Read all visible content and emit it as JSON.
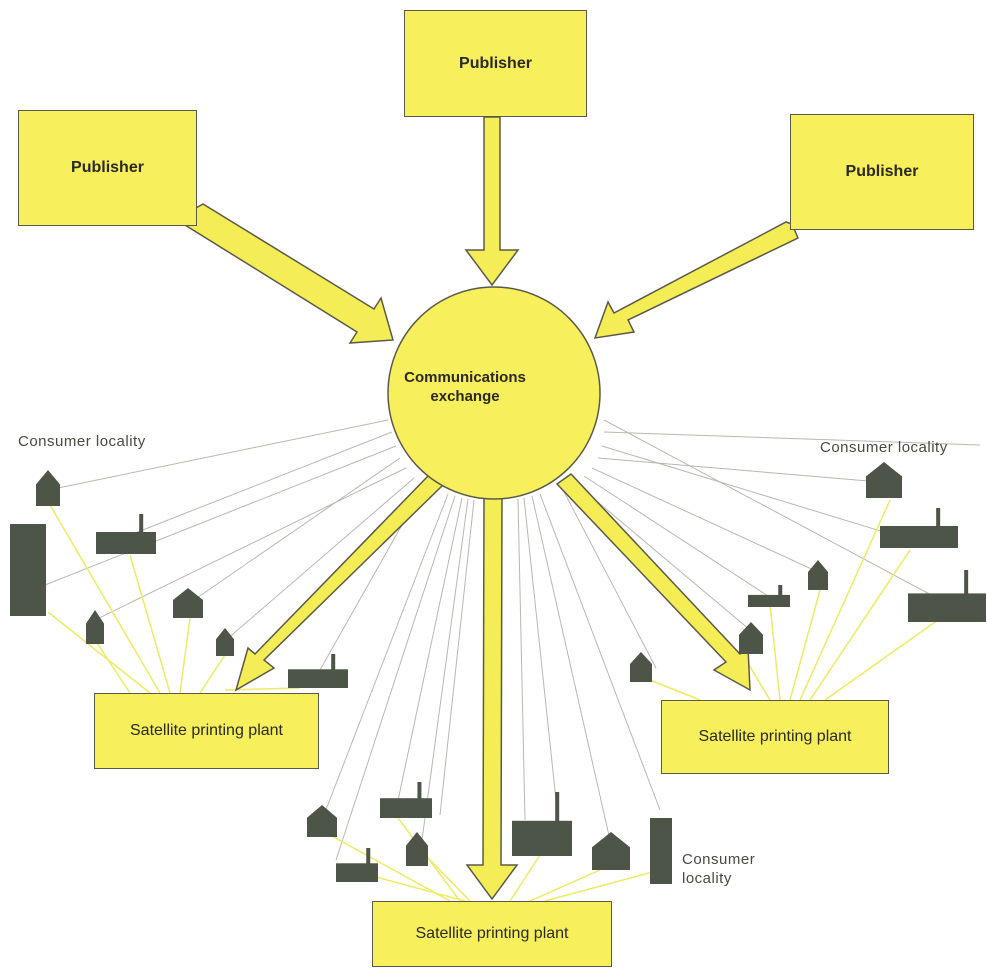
{
  "publishers": [
    {
      "label": "Publisher"
    },
    {
      "label": "Publisher"
    },
    {
      "label": "Publisher"
    }
  ],
  "exchange": {
    "line1": "Communications",
    "line2": "exchange"
  },
  "plants": [
    {
      "label": "Satellite printing plant"
    },
    {
      "label": "Satellite printing plant"
    },
    {
      "label": "Satellite printing plant"
    }
  ],
  "captions": {
    "left": "Consumer locality",
    "right": "Consumer locality",
    "bottom_line1": "Consumer",
    "bottom_line2": "locality"
  },
  "colors": {
    "box_fill": "#f7ef5c",
    "arrow_fill": "#f5ed55",
    "outline": "#5a5a4a",
    "wire": "#b8b8b0",
    "feed": "#f0ea60",
    "building": "#4d5448"
  }
}
